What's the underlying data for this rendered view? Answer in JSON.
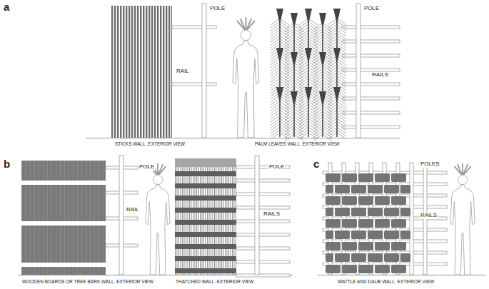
{
  "diagram": {
    "labels": [
      "a",
      "POLE",
      "RAIL",
      "POLE",
      "RAILS",
      "STICKS WALL. EXTERIOR VIEW",
      "PALM LEAVES WALL. EXTERIOR VIEW",
      "b",
      "POLE",
      "RAIL",
      "POLE",
      "RAILS",
      "WOODEN BOARDS OR TREE BARK WALL. EXTERIOR VIEW",
      "THATCHED WALL. EXTERIOR VIEW",
      "c",
      "POLES",
      "RAILS",
      "WATTLE AND DAUB WALL. EXTERIOR VIEW"
    ]
  }
}
